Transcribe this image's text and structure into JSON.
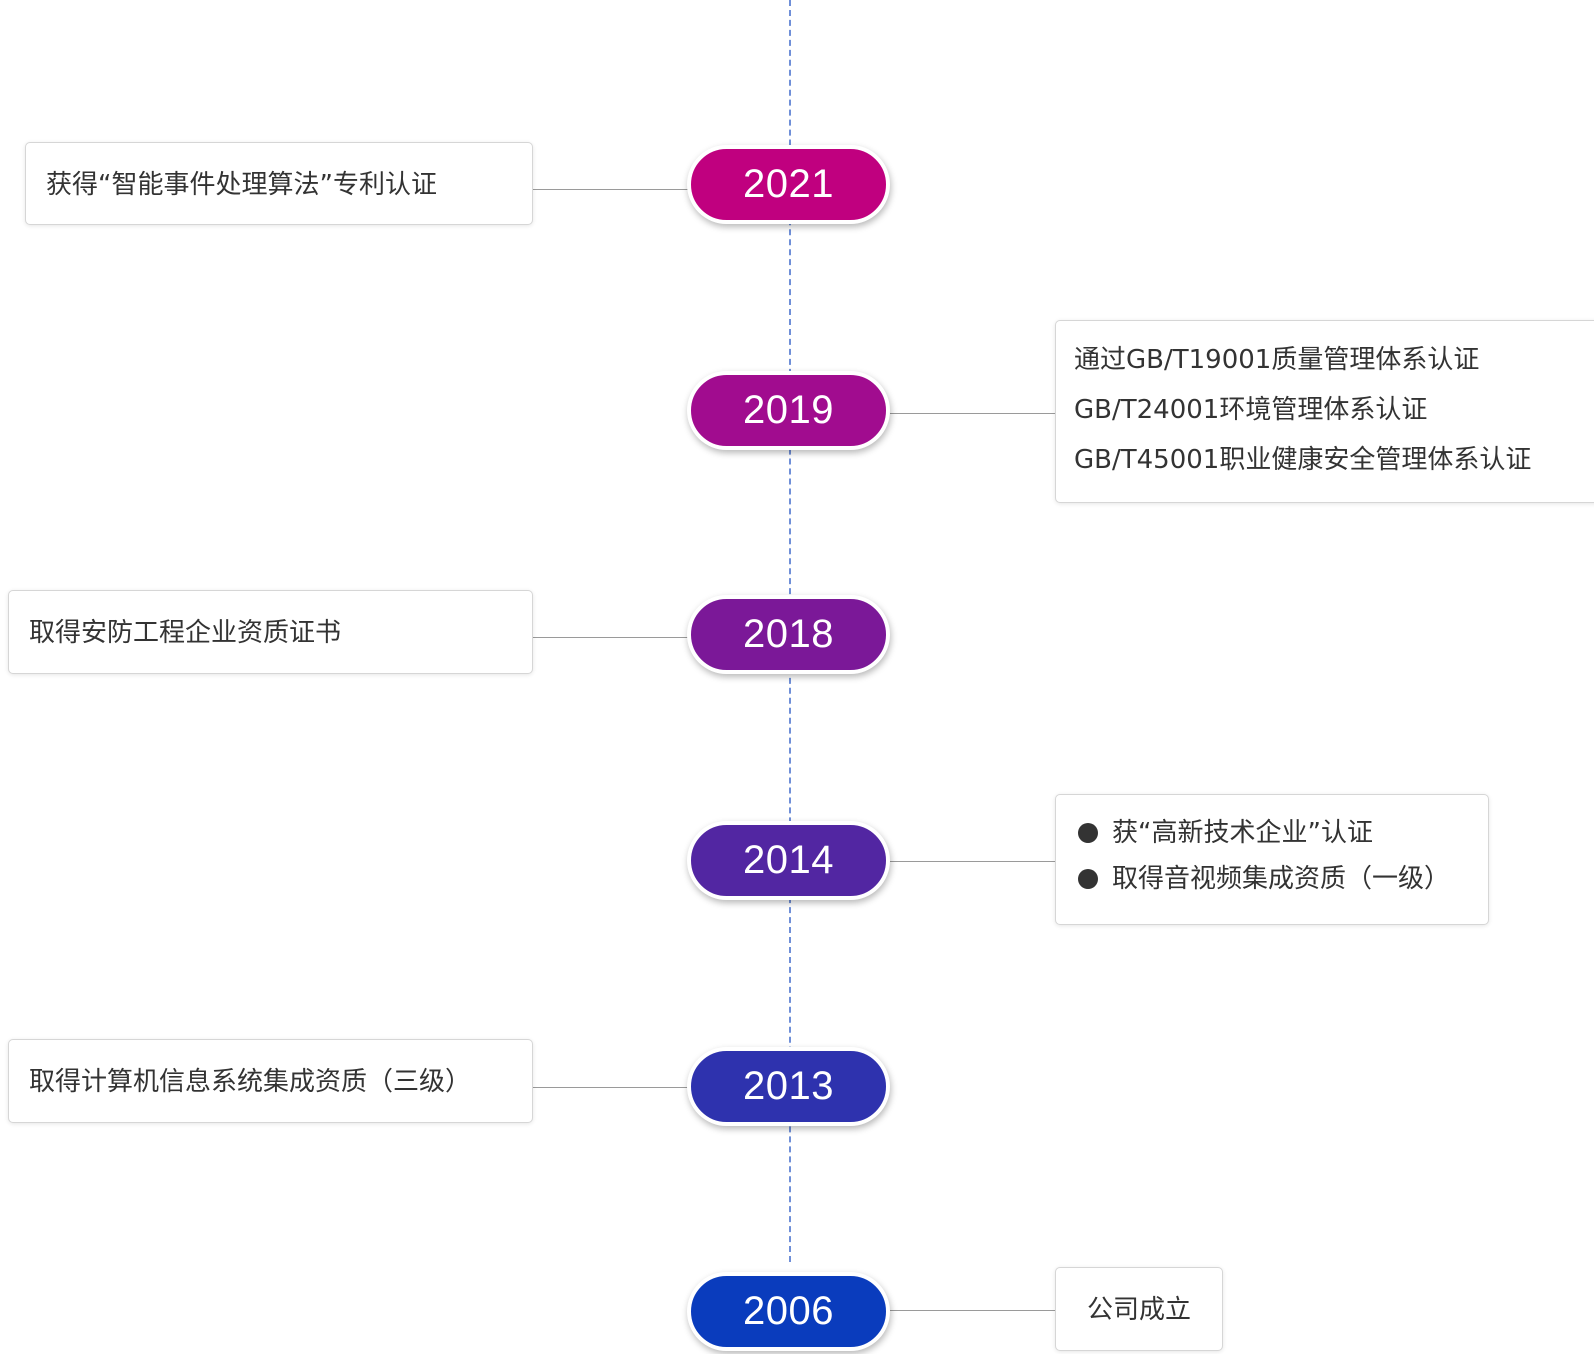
{
  "timeline": {
    "entries": [
      {
        "year": "2021",
        "color": "#C0007F",
        "side": "left",
        "lines": [
          "获得“智能事件处理算法”专利认证"
        ]
      },
      {
        "year": "2019",
        "color": "#A10C8F",
        "side": "right",
        "lines": [
          "通过GB/T19001质量管理体系认证",
          "GB/T24001环境管理体系认证",
          "GB/T45001职业健康安全管理体系认证"
        ]
      },
      {
        "year": "2018",
        "color": "#7B1898",
        "side": "left",
        "lines": [
          "取得安防工程企业资质证书"
        ]
      },
      {
        "year": "2014",
        "color": "#5226A2",
        "side": "right",
        "bulleted": true,
        "lines": [
          "获“高新技术企业”认证",
          "取得音视频集成资质（一级）"
        ]
      },
      {
        "year": "2013",
        "color": "#2E32AE",
        "side": "left",
        "lines": [
          "取得计算机信息系统集成资质（三级）"
        ]
      },
      {
        "year": "2006",
        "color": "#0A3CBD",
        "side": "right",
        "lines": [
          "公司成立"
        ]
      }
    ]
  },
  "colors": {
    "axis_dashes": "#6F8FD8",
    "connector": "#9A9A9A",
    "card_border": "#D6D6D6",
    "text": "#333333"
  }
}
